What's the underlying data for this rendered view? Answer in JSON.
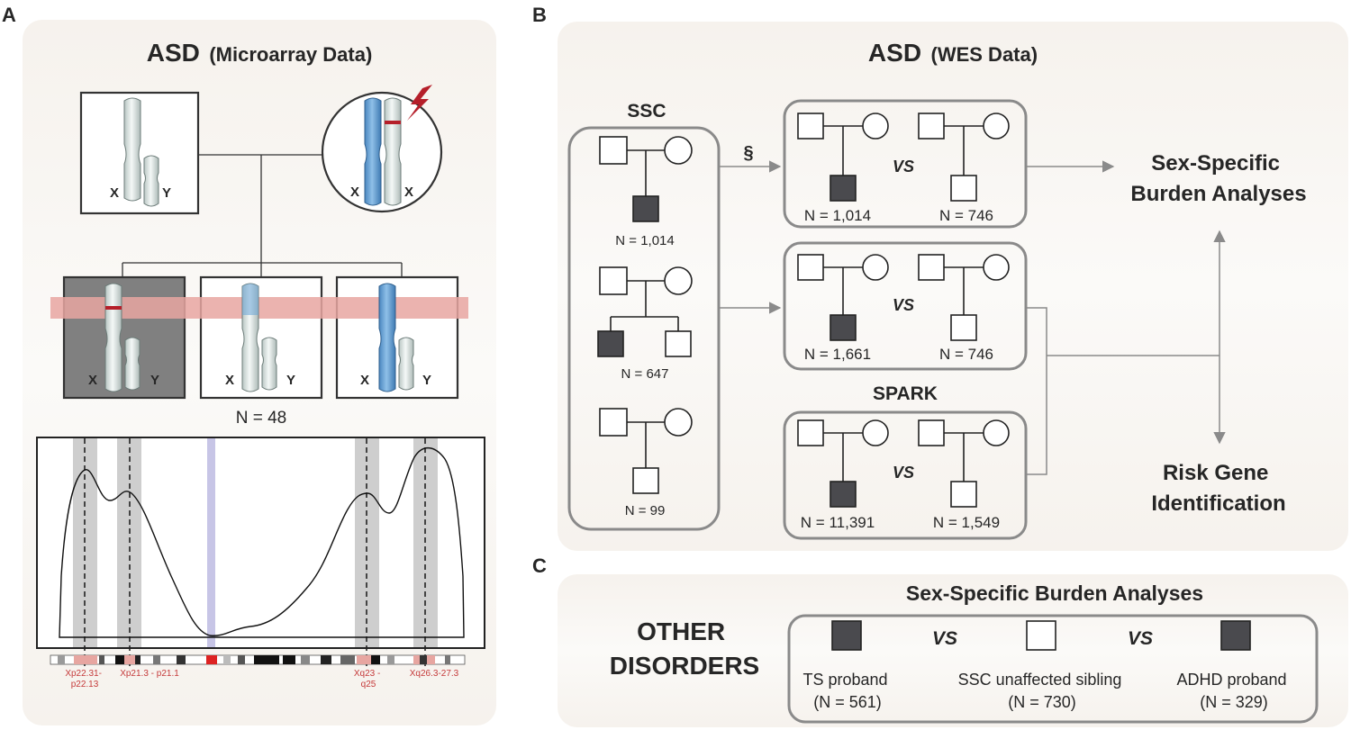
{
  "panel_a": {
    "letter": "A",
    "title_main": "ASD",
    "title_sub": "(Microarray Data)",
    "father_chrom": [
      "X",
      "Y"
    ],
    "mother_chrom": [
      "X",
      "X"
    ],
    "children_chrom": [
      [
        "X",
        "Y"
      ],
      [
        "X",
        "Y"
      ],
      [
        "X",
        "Y"
      ]
    ],
    "n_label": "N = 48",
    "bands": [
      {
        "line1": "Xp22.31-",
        "line2": "p22.13"
      },
      {
        "line1": "Xp21.3 - p21.1",
        "line2": ""
      },
      {
        "line1": "Xq23 -",
        "line2": "q25"
      },
      {
        "line1": "Xq26.3-27.3",
        "line2": ""
      }
    ]
  },
  "panel_b": {
    "letter": "B",
    "title_main": "ASD",
    "title_sub": "(WES Data)",
    "ssc_label": "SSC",
    "spark_label": "SPARK",
    "section_mark": "§",
    "ssc_families": [
      {
        "n": "N = 1,014"
      },
      {
        "n": "N = 647"
      },
      {
        "n": "N = 99"
      }
    ],
    "comparisons": [
      {
        "left_n": "N = 1,014",
        "right_n": "N = 746",
        "vs": "VS"
      },
      {
        "left_n": "N = 1,661",
        "right_n": "N = 746",
        "vs": "VS"
      },
      {
        "left_n": "N = 11,391",
        "right_n": "N = 1,549",
        "vs": "VS"
      }
    ],
    "outcome_1_line1": "Sex-Specific",
    "outcome_1_line2": "Burden Analyses",
    "outcome_2_line1": "Risk Gene",
    "outcome_2_line2": "Identification"
  },
  "panel_c": {
    "letter": "C",
    "title": "Sex-Specific Burden Analyses",
    "label_line1": "OTHER",
    "label_line2": "DISORDERS",
    "vs": "VS",
    "groups": [
      {
        "line1": "TS proband",
        "line2": "(N = 561)"
      },
      {
        "line1": "SSC unaffected sibling",
        "line2": "(N = 730)"
      },
      {
        "line1": "ADHD proband",
        "line2": "(N = 329)"
      }
    ]
  },
  "colors": {
    "panel_bg": "#f7f3ef",
    "affected": "#4a4a4e",
    "highlight_band": "#e7a6a1",
    "duplication_blue": "#6aa4d6",
    "chromosome": "#e4ebe9",
    "bracket_grey": "#8a8a8a"
  }
}
